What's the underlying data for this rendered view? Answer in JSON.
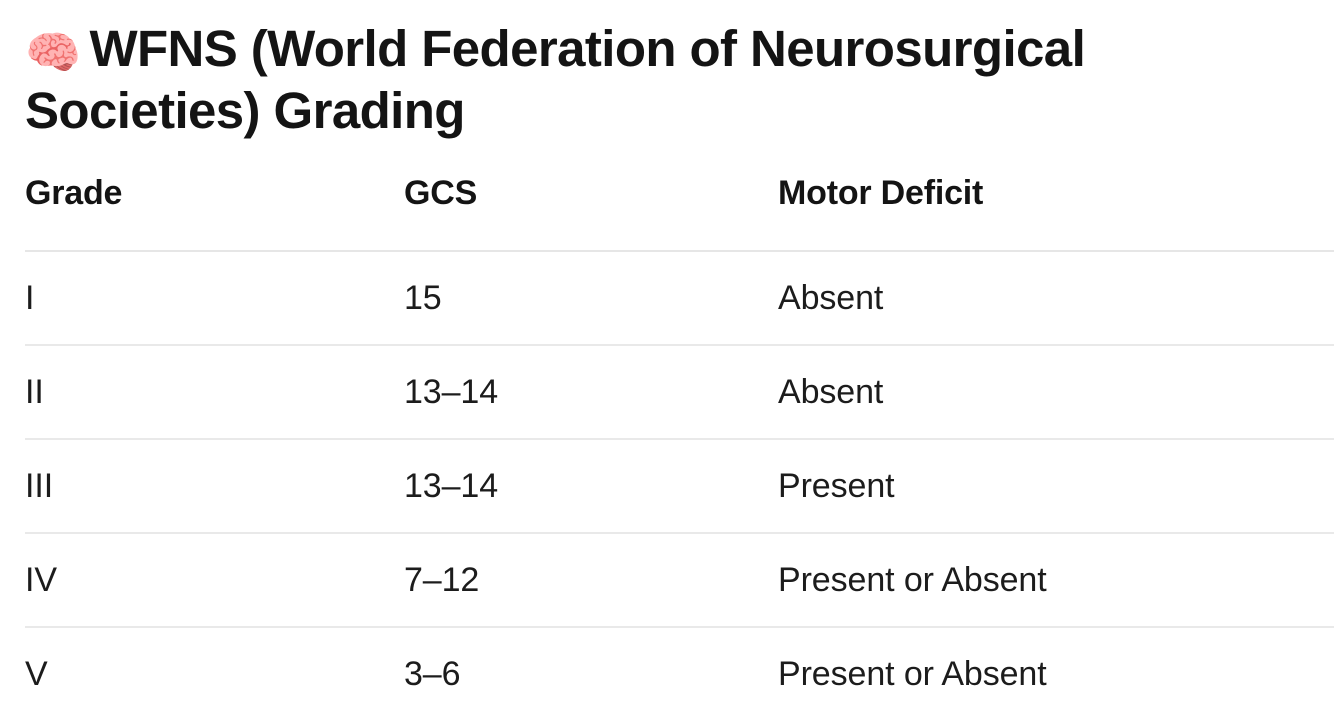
{
  "document": {
    "title_emoji": "🧠",
    "title_text": "WFNS (World Federation of Neurosurgical Societies) Grading"
  },
  "table": {
    "headers": {
      "grade": "Grade",
      "gcs": "GCS",
      "motor_deficit": "Motor Deficit"
    },
    "rows": [
      {
        "grade": "I",
        "gcs": "15",
        "motor_deficit": "Absent"
      },
      {
        "grade": "II",
        "gcs": "13–14",
        "motor_deficit": "Absent"
      },
      {
        "grade": "III",
        "gcs": "13–14",
        "motor_deficit": "Present"
      },
      {
        "grade": "IV",
        "gcs": "7–12",
        "motor_deficit": "Present or Absent"
      },
      {
        "grade": "V",
        "gcs": "3–6",
        "motor_deficit": "Present or Absent"
      }
    ]
  },
  "colors": {
    "background": "#ffffff",
    "text": "#1a1a1a",
    "rule": "#e6e6e6"
  }
}
